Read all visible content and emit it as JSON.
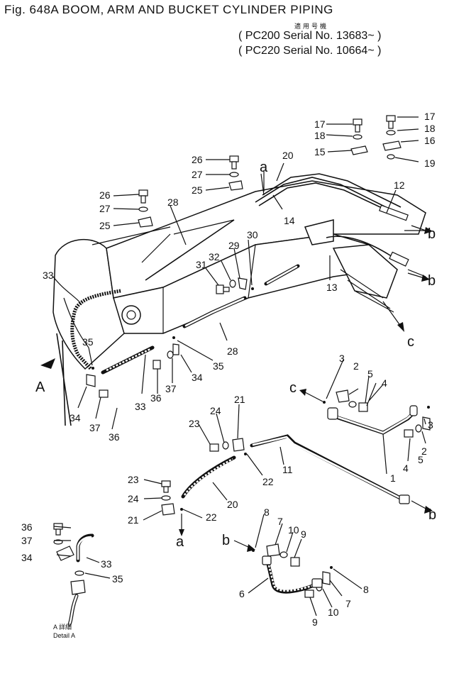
{
  "header": {
    "title": "Fig. 648A   BOOM, ARM AND BUCKET CYLINDER PIPING",
    "kanji": "適用号機",
    "serial_1": "( PC200 Serial No. 13683~ )",
    "serial_2": "( PC220 Serial No. 10664~ )"
  },
  "callouts": {
    "n1": "1",
    "n2": "2",
    "n3": "3",
    "n4": "4",
    "n5": "5",
    "n6": "6",
    "n7": "7",
    "n8": "8",
    "n9": "9",
    "n10": "10",
    "n11": "11",
    "n12": "12",
    "n13": "13",
    "n14": "14",
    "n15": "15",
    "n16": "16",
    "n17": "17",
    "n18": "18",
    "n19": "19",
    "n20": "20",
    "n21": "21",
    "n22": "22",
    "n23": "23",
    "n24": "24",
    "n25": "25",
    "n26": "26",
    "n27": "27",
    "n28": "28",
    "n29": "29",
    "n30": "30",
    "n31": "31",
    "n32": "32",
    "n33": "33",
    "n34": "34",
    "n35": "35",
    "n36": "36",
    "n37": "37"
  },
  "refs": {
    "a": "a",
    "b": "b",
    "c": "c",
    "A": "A"
  },
  "detail": {
    "jp": "A 詳細",
    "en": "Detail A"
  }
}
